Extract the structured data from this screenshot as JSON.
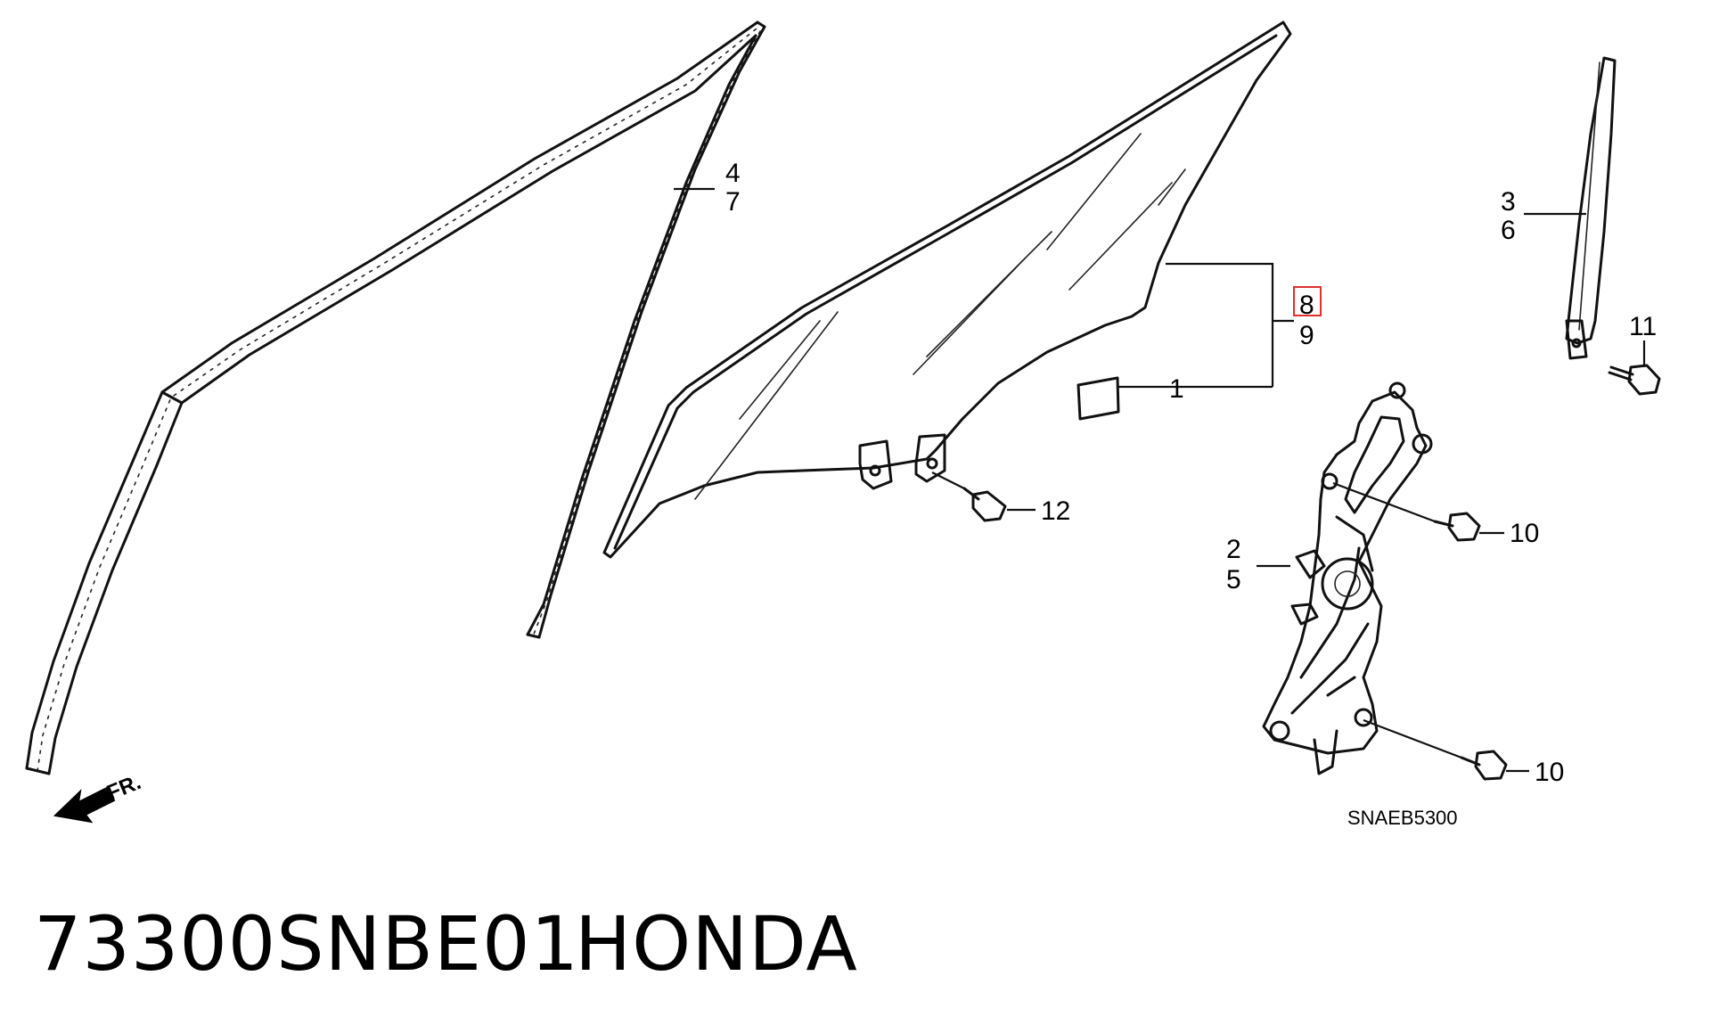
{
  "diagram": {
    "callouts": {
      "c1": "1",
      "c2": "2",
      "c3": "3",
      "c4": "4",
      "c5": "5",
      "c6": "6",
      "c7": "7",
      "c8": "8",
      "c9": "9",
      "c10a": "10",
      "c10b": "10",
      "c11": "11",
      "c12": "12"
    },
    "direction_label": "FR.",
    "diagram_code": "SNAEB5300",
    "highlight_color": "#e03030"
  },
  "footer": {
    "part_number": "73300SNBE01",
    "brand": "HONDA"
  }
}
